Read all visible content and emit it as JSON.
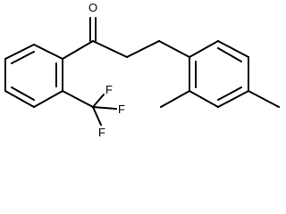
{
  "molecule": {
    "atoms": {
      "oxygen": "O",
      "fluorine_top": "F",
      "fluorine_right": "F",
      "fluorine_bottom": "F"
    },
    "colors": {
      "bond": "#000000",
      "label": "#000000",
      "background": "#ffffff"
    }
  }
}
